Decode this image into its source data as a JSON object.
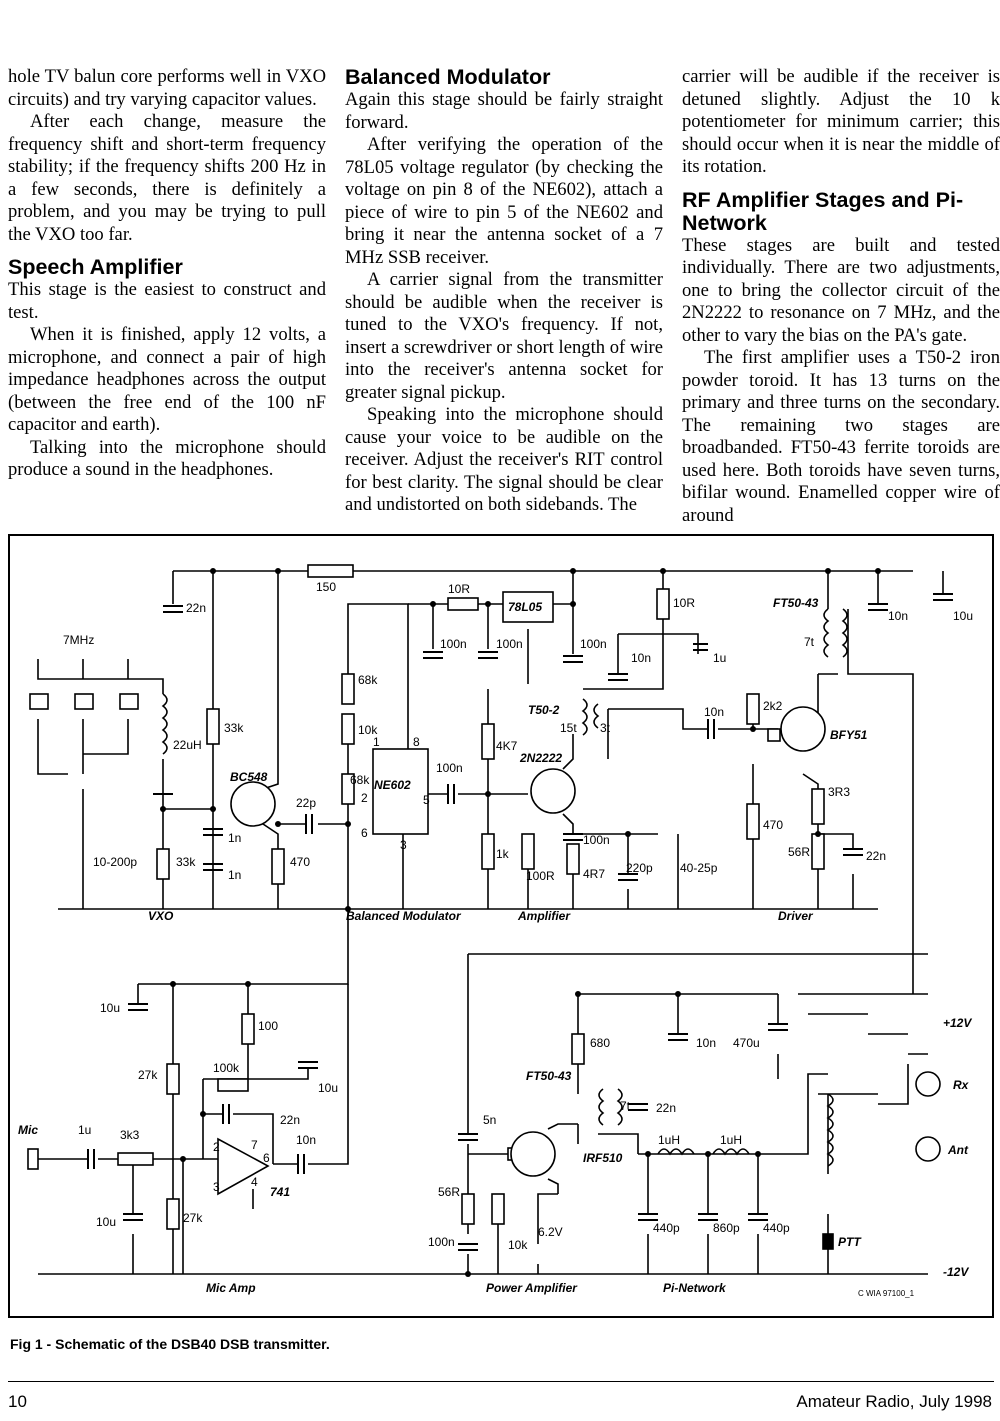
{
  "article": {
    "col1": {
      "p1": "hole TV balun core performs well in VXO circuits) and try varying capacitor values.",
      "p2": "After each change, measure the frequency shift and short-term frequency stability; if the frequency shifts 200 Hz in a few seconds, there is definitely a problem, and you may be trying to pull the VXO too far.",
      "h_speech": "Speech Amplifier",
      "p3": "This stage is the easiest to construct and test.",
      "p4": "When it is finished, apply 12 volts, a microphone, and connect a pair of high impedance headphones across the output (between the free end of the 100 nF capacitor and earth).",
      "p5": "Talking into the microphone should produce a sound in the headphones."
    },
    "col2": {
      "h_balanced": "Balanced Modulator",
      "p1": "Again this stage should be fairly straight forward.",
      "p2": "After verifying the operation of the 78L05 voltage regulator (by checking the voltage on pin 8 of the NE602), attach a piece of wire to pin 5 of the NE602 and bring it near the antenna socket of a 7 MHz SSB receiver.",
      "p3": "A carrier signal from the transmitter should be audible when the receiver is tuned to the VXO's frequency. If not, insert a screwdriver or short length of wire into the receiver's antenna socket for greater signal pickup.",
      "p4": "Speaking into the microphone should cause your voice to be audible on the receiver. Adjust the receiver's RIT control for best clarity. The signal should be clear and undistorted on both sidebands. The"
    },
    "col3": {
      "p1": "carrier will be audible if the receiver is detuned slightly. Adjust the 10 k potentiometer for minimum carrier; this should occur when it is near the middle of its rotation.",
      "h_rf": "RF Amplifier Stages and Pi-Network",
      "p2": "These stages are built and tested individually. There are two adjustments, one to bring the collector circuit of the 2N2222 to resonance on 7 MHz, and the other to vary the bias on the PA's gate.",
      "p3": "The first amplifier uses a T50-2 iron powder toroid. It has 13 turns on the primary and three turns on the secondary. The remaining two stages are broadbanded. FT50-43 ferrite toroids are used here. Both toroids have seven turns, bifilar wound. Enamelled copper wire of around"
    }
  },
  "schematic": {
    "sections": {
      "vxo": "VXO",
      "balmod": "Balanced Modulator",
      "amp": "Amplifier",
      "driver": "Driver",
      "micamp": "Mic Amp",
      "pa": "Power Amplifier",
      "pinet": "Pi-Network"
    },
    "labels": {
      "xtal": "7MHz",
      "c22n_top": "22n",
      "r150": "150",
      "r10r_a": "10R",
      "reg": "78L05",
      "r10r_b": "10R",
      "ft5043_top": "FT50-43",
      "c10n_top": "10n",
      "c10u_top": "10u",
      "c100n_a": "100n",
      "c100n_b": "100n",
      "c100n_c": "100n",
      "c10n_b": "10n",
      "c1u": "1u",
      "r68k": "68k",
      "r10k_pot": "10k",
      "pin1": "1",
      "pin8": "8",
      "pin2": "2",
      "pin5": "5",
      "pin6": "6",
      "pin3": "3",
      "r68k_b": "68k",
      "ne602": "NE602",
      "c100n_d": "100n",
      "t502": "T50-2",
      "t15t": "15t",
      "t3t": "3t",
      "q2n2222": "2N2222",
      "r4k7": "4K7",
      "c10n_c": "10n",
      "r2k2": "2k2",
      "bfy51": "BFY51",
      "t7t": "7t",
      "l22uh": "22uH",
      "r33k_a": "33k",
      "bc548": "BC548",
      "c22p": "22p",
      "c1n_a": "1n",
      "c1n_b": "1n",
      "r470_a": "470",
      "r33k_b": "33k",
      "c10_200p": "10-200p",
      "r1k": "1k",
      "r100r": "100R",
      "r4r7": "4R7",
      "c100n_e": "100n",
      "c220p": "220p",
      "c40_25p": "40-25p",
      "r470_b": "470",
      "r3r3": "3R3",
      "r56r_a": "56R",
      "c22n_b": "22n",
      "c10u_mic": "10u",
      "r100": "100",
      "c10u_b": "10u",
      "r27k_a": "27k",
      "r100k": "100k",
      "c22n_c": "22n",
      "c10n_d": "10n",
      "mic": "Mic",
      "c1u_mic": "1u",
      "r3k3": "3k3",
      "op741": "741",
      "op_pin2": "2",
      "op_pin3": "3",
      "op_pin4": "4",
      "op_pin6": "6",
      "op_pin7": "7",
      "c10u_c": "10u",
      "r27k_b": "27k",
      "r680": "680",
      "c10n_e": "10n",
      "c470u": "470u",
      "plus12": "+12V",
      "ft5043_b": "FT50-43",
      "t7t_b": "7t",
      "c22n_d": "22n",
      "rx": "Rx",
      "c5n": "5n",
      "irf510": "IRF510",
      "l1uh_a": "1uH",
      "l1uh_b": "1uH",
      "ant": "Ant",
      "r56r_b": "56R",
      "z6v2": "6.2V",
      "c100n_f": "100n",
      "r10k_b": "10k",
      "c440p_a": "440p",
      "c860p": "860p",
      "c440p_b": "440p",
      "ptt": "PTT",
      "minus12": "-12V",
      "copyright": "C WIA 97100_1"
    }
  },
  "caption": "Fig 1 - Schematic of the DSB40 DSB transmitter.",
  "footer": {
    "page": "10",
    "journal": "Amateur Radio, July 1998"
  }
}
